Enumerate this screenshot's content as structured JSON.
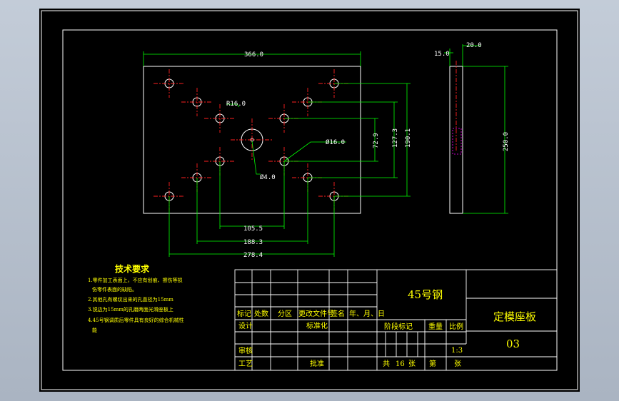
{
  "colors": {
    "background": "#b8c2d0",
    "paper": "#000000",
    "outline": "#ffffff",
    "dimension": "#00ff00",
    "centerline": "#ff2020",
    "text": "#ffff00",
    "hidden": "#ff00ff"
  },
  "dimensions": {
    "overall_width": "366.0",
    "side_w1": "15.0",
    "side_w2": "20.0",
    "radius": "R16.0",
    "hole_dia": "Ø16.0",
    "center_dia": "Ø4.0",
    "v1": "72.9",
    "v2": "127.3",
    "v3": "190.1",
    "h1": "105.5",
    "h2": "188.3",
    "h3": "278.4",
    "side_height": "250.0"
  },
  "notes": {
    "title": "技术要求",
    "lines": [
      "1.零件加工表面上，不应有划痕、擦伤等损",
      "伤零件表面的缺陷。",
      "2.其他孔有螺纹出来的孔直径为15mm",
      "3.锐边为15mm的孔磨两面光滑座板上",
      "4.45号钢调质后零件具有良好的综合机械性",
      "能"
    ]
  },
  "title_block": {
    "material": "45号钢",
    "part_name": "定模座板",
    "drawing_no": "03",
    "h_mark": "标记",
    "h_count": "处数",
    "h_zone": "分区",
    "h_change_doc": "更改文件号",
    "h_sign": "签名",
    "h_date": "年、月、日",
    "design": "设计",
    "standardize": "标准化",
    "review": "审核",
    "process": "工艺",
    "approve": "批准",
    "stage_mark": "阶段标记",
    "weight": "重量",
    "scale_label": "比例",
    "scale": "1:3",
    "gong": "共",
    "total_sheets": "16",
    "zhang": "张",
    "di": "第",
    "zhang2": "张"
  }
}
